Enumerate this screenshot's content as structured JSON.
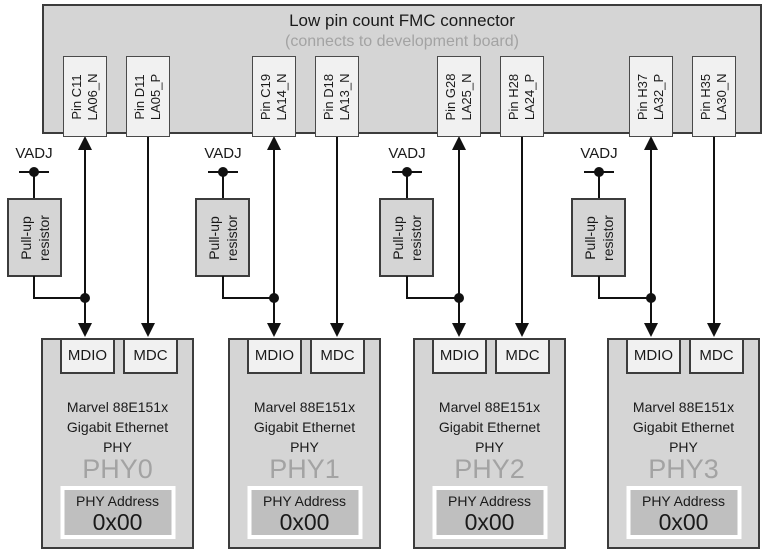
{
  "connector": {
    "title": "Low pin count FMC connector",
    "subtitle": "(connects to development board)"
  },
  "labels": {
    "vadj": "VADJ",
    "pullup_line1": "Pull-up",
    "pullup_line2": "resistor",
    "mdio": "MDIO",
    "mdc": "MDC",
    "phy_name_line1": "Marvel 88E151x",
    "phy_name_line2": "Gigabit Ethernet",
    "phy_name_line3": "PHY",
    "phy_address_label": "PHY Address"
  },
  "groups": [
    {
      "pins": [
        {
          "pin": "Pin C11",
          "signal": "LA06_N"
        },
        {
          "pin": "Pin D11",
          "signal": "LA05_P"
        }
      ],
      "phy_id": "PHY0",
      "phy_address": "0x00"
    },
    {
      "pins": [
        {
          "pin": "Pin C19",
          "signal": "LA14_N"
        },
        {
          "pin": "Pin D18",
          "signal": "LA13_N"
        }
      ],
      "phy_id": "PHY1",
      "phy_address": "0x00"
    },
    {
      "pins": [
        {
          "pin": "Pin G28",
          "signal": "LA25_N"
        },
        {
          "pin": "Pin H28",
          "signal": "LA24_P"
        }
      ],
      "phy_id": "PHY2",
      "phy_address": "0x00"
    },
    {
      "pins": [
        {
          "pin": "Pin H37",
          "signal": "LA32_P"
        },
        {
          "pin": "Pin H35",
          "signal": "LA30_N"
        }
      ],
      "phy_id": "PHY3",
      "phy_address": "0x00"
    }
  ],
  "colors": {
    "box_fill": "#d5d5d5",
    "light_fill": "#f1f1f1",
    "address_fill": "#bfbfbf",
    "border": "#3c3c3c",
    "line": "#111111",
    "muted_text": "#a3a3a3",
    "text": "#1a1a1a"
  }
}
